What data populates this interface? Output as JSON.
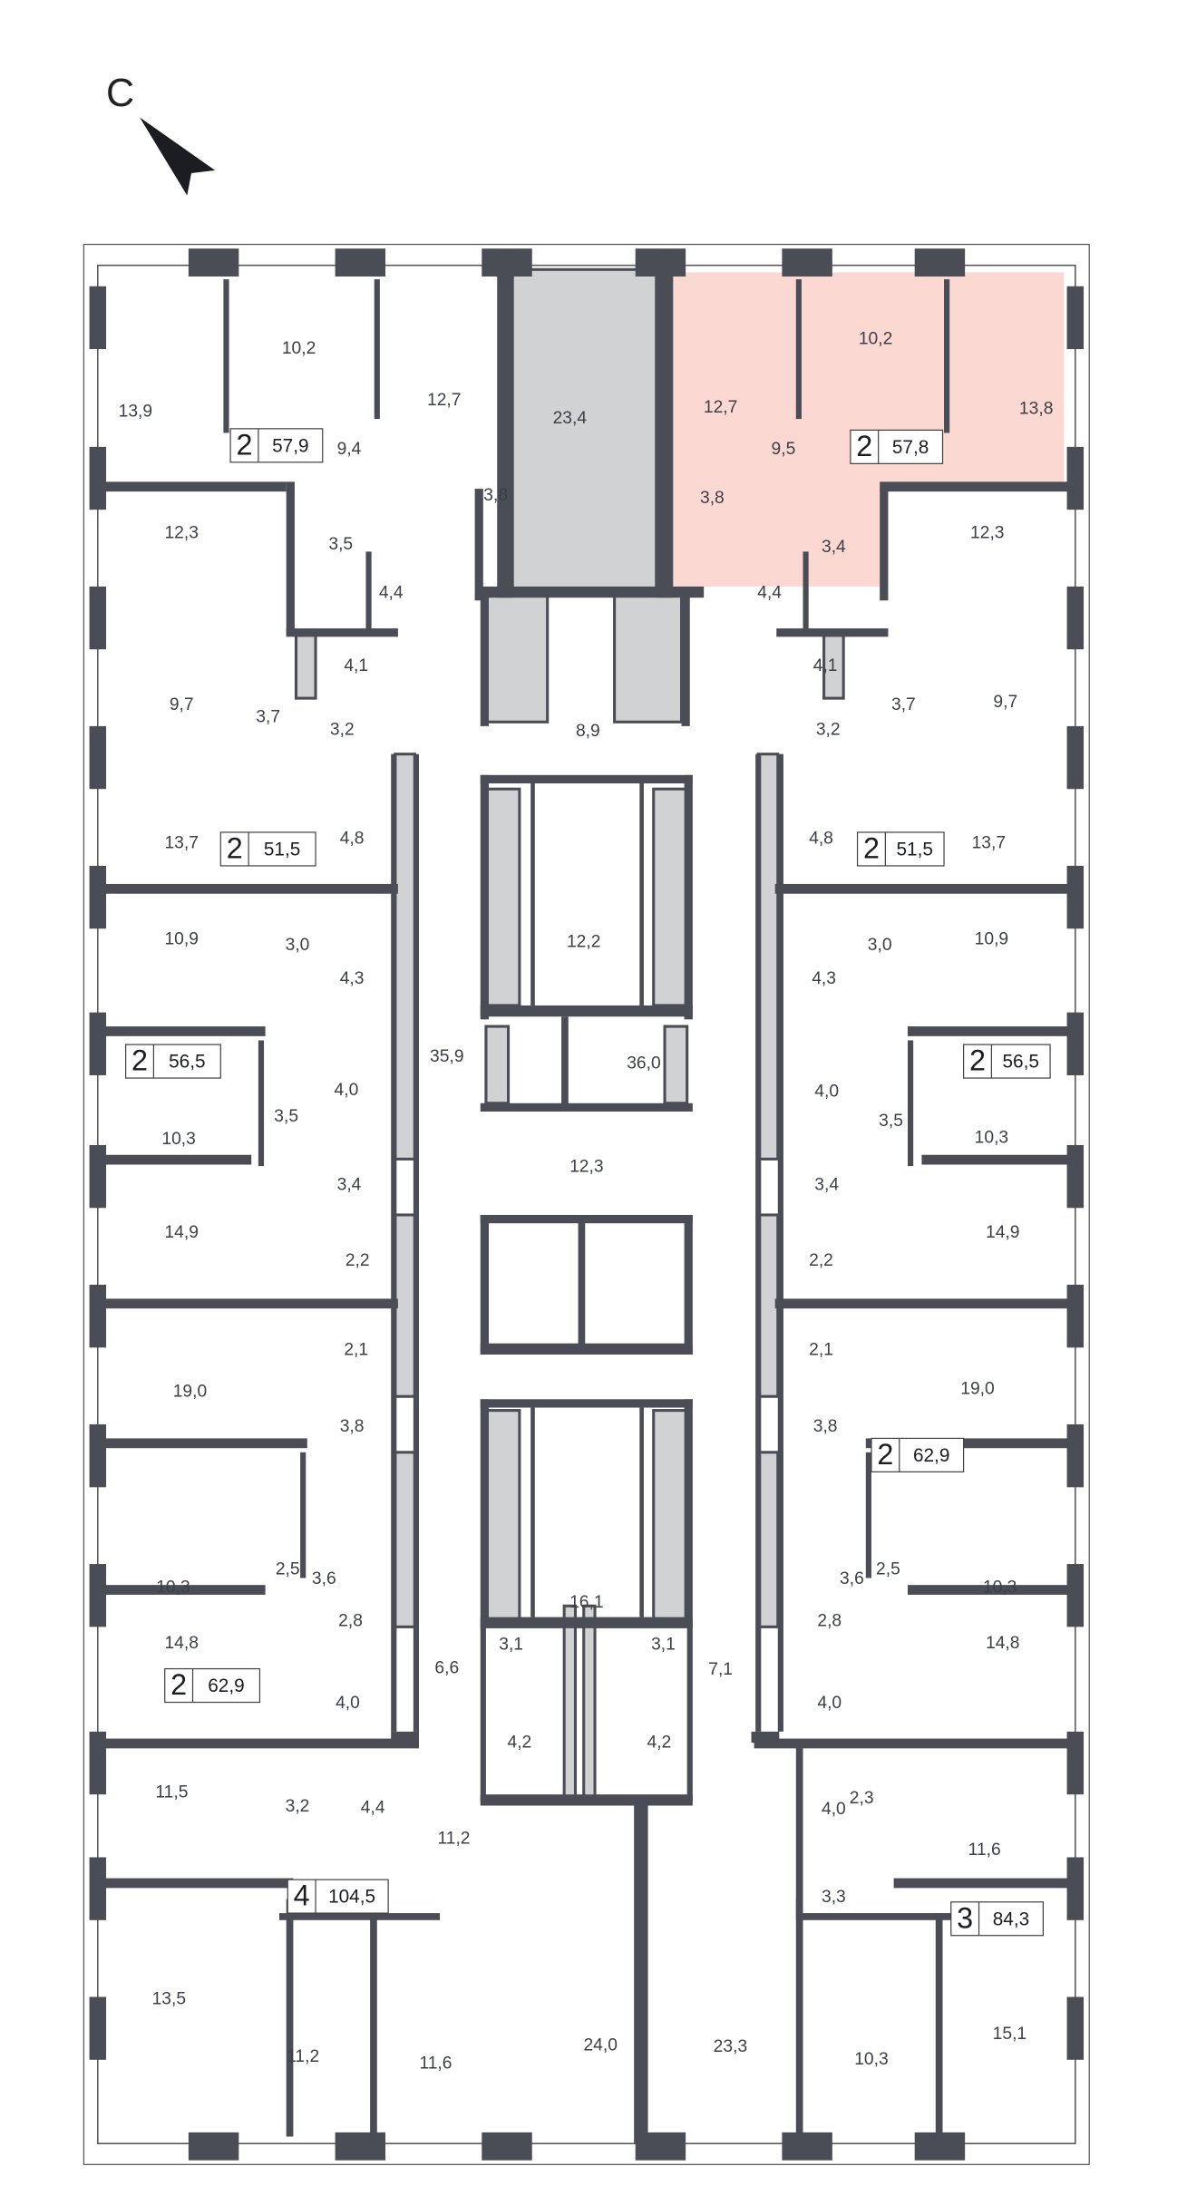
{
  "compass": {
    "label": "С",
    "icon": "north-arrow-icon"
  },
  "colors": {
    "wall": "#4a4d55",
    "shaft": "#d1d2d4",
    "highlight": "#fcd8d2",
    "text": "#3c3f47"
  },
  "highlighted_apartment": {
    "rooms": "2",
    "area": "57,8"
  },
  "apartments": [
    {
      "rooms": "2",
      "area": "57,9"
    },
    {
      "rooms": "2",
      "area": "57,8"
    },
    {
      "rooms": "2",
      "area": "51,5"
    },
    {
      "rooms": "2",
      "area": "51,5"
    },
    {
      "rooms": "2",
      "area": "56,5"
    },
    {
      "rooms": "2",
      "area": "56,5"
    },
    {
      "rooms": "2",
      "area": "62,9"
    },
    {
      "rooms": "2",
      "area": "62,9"
    },
    {
      "rooms": "4",
      "area": "104,5"
    },
    {
      "rooms": "3",
      "area": "84,3"
    }
  ],
  "room_areas": [
    "13,9",
    "10,2",
    "12,7",
    "9,4",
    "23,4",
    "3,8",
    "3,5",
    "4,4",
    "12,7",
    "10,2",
    "13,8",
    "9,5",
    "3,8",
    "3,4",
    "4,4",
    "12,3",
    "12,3",
    "4,1",
    "4,1",
    "9,7",
    "3,7",
    "3,2",
    "8,9",
    "3,2",
    "3,7",
    "9,7",
    "4,8",
    "4,8",
    "13,7",
    "13,7",
    "12,2",
    "10,9",
    "3,0",
    "4,3",
    "4,3",
    "3,0",
    "10,9",
    "35,9",
    "36,0",
    "4,0",
    "3,5",
    "10,3",
    "4,0",
    "3,5",
    "10,3",
    "12,3",
    "3,4",
    "3,4",
    "14,9",
    "2,2",
    "2,2",
    "14,9",
    "2,1",
    "2,1",
    "19,0",
    "19,0",
    "3,8",
    "3,8",
    "10,3",
    "2,5",
    "3,6",
    "3,6",
    "2,5",
    "10,3",
    "16,1",
    "2,8",
    "2,8",
    "3,1",
    "3,1",
    "14,8",
    "14,8",
    "6,6",
    "7,1",
    "4,0",
    "4,0",
    "4,2",
    "4,2",
    "11,5",
    "3,2",
    "4,4",
    "2,3",
    "4,0",
    "11,2",
    "11,6",
    "3,3",
    "13,5",
    "11,2",
    "11,6",
    "24,0",
    "23,3",
    "10,3",
    "15,1"
  ]
}
